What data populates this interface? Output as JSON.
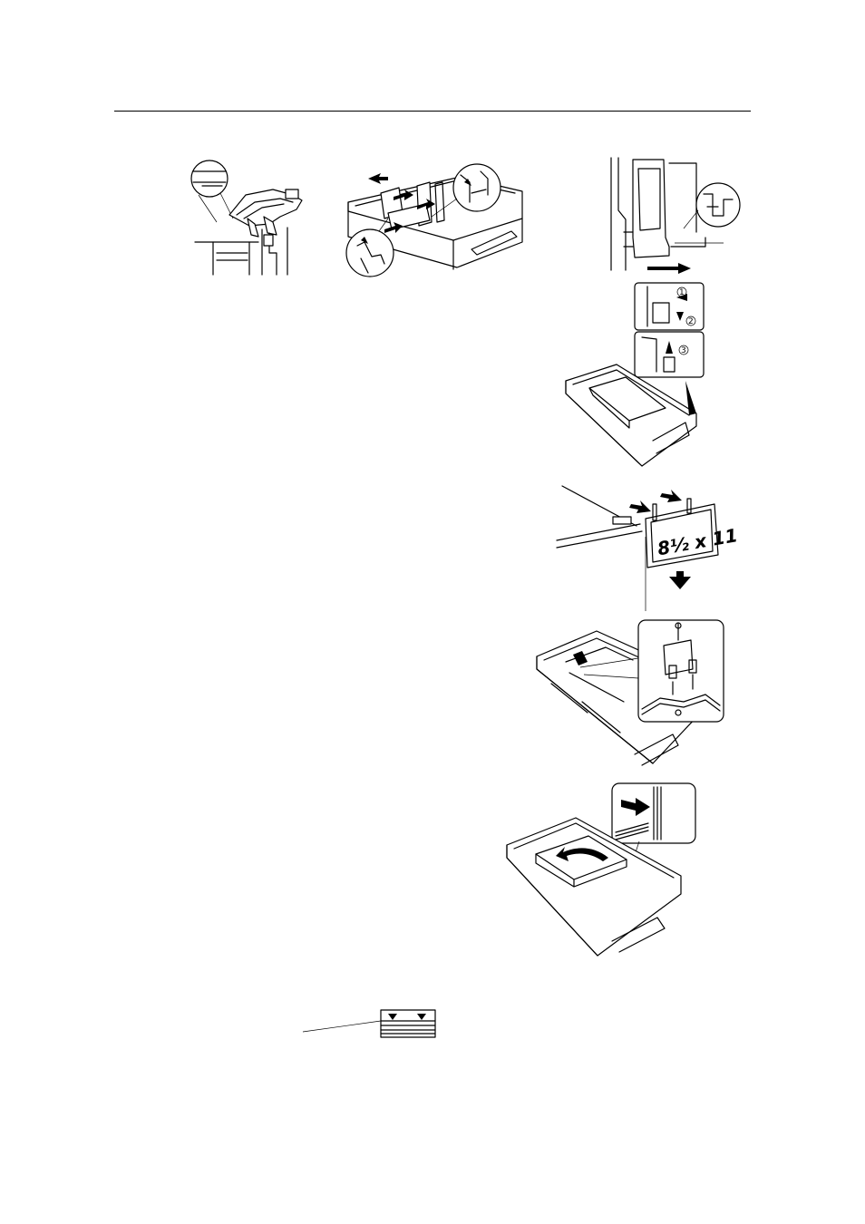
{
  "page": {
    "illustrations": [
      {
        "name": "main-unit-cover-figure"
      },
      {
        "name": "paper-guides-figure"
      },
      {
        "name": "drawer-removal-figure"
      },
      {
        "name": "guide-lock-figure",
        "callouts": [
          "1",
          "2",
          "3"
        ]
      },
      {
        "name": "size-plate-figure",
        "plate_text": "8½ x 11"
      },
      {
        "name": "screw-fitting-figure"
      },
      {
        "name": "paper-load-figure"
      },
      {
        "name": "max-level-indicator-figure"
      }
    ]
  }
}
